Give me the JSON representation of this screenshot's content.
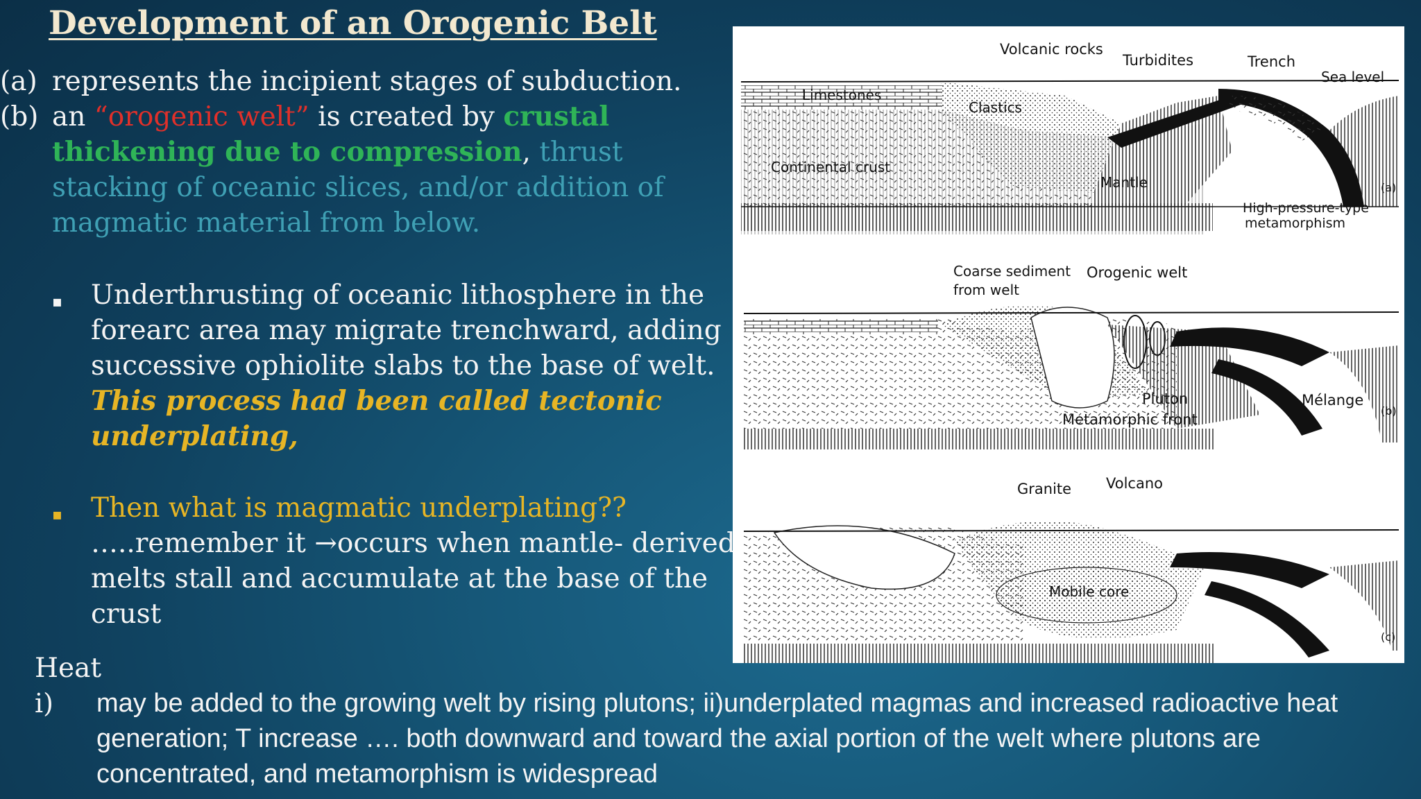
{
  "slide": {
    "title": "Development of an Orogenic Belt"
  },
  "items": [
    {
      "label": "(a)",
      "parts": {
        "p1": "represents the incipient stages of subduction."
      }
    },
    {
      "label": "(b)",
      "parts": {
        "p1": "an ",
        "p2": "“orogenic welt”",
        "p3": " is created by ",
        "p4": "crustal thickening due to compression",
        "p5": ", ",
        "p6": "thrust stacking of oceanic slices, and/or addition of magmatic material from below."
      }
    }
  ],
  "bullets": [
    {
      "marker": "▪",
      "color": "#ffffff",
      "text": "Underthrusting of oceanic lithosphere in the forearc area may migrate trenchward, adding successive ophiolite slabs to the base of welt. ",
      "emphasis": "This process had been called tectonic underplating,"
    },
    {
      "marker": "▪",
      "color": "#e7b525",
      "question": "Then what is magmatic underplating??",
      "text_a": "…..remember it ",
      "arrow": "→",
      "text_b": "occurs when mantle- derived melts stall and accumulate at the base of the crust"
    }
  ],
  "heat": {
    "heading": "Heat",
    "label": "i)",
    "text_a": "may be added to the growing welt by rising plutons; ii)underplated magmas and increased radioactive heat generation; T increase …. both downward and toward the axial portion of the welt where plutons are concentrated, and metamorphism is widespread"
  },
  "figure": {
    "panel_a": {
      "labels": {
        "volcanic_rocks": "Volcanic rocks",
        "turbidites": "Turbidites",
        "trench": "Trench",
        "sea_level": "Sea level",
        "limestones": "Limestones",
        "clastics": "Clastics",
        "continental_crust": "Continental crust",
        "mantle": "Mantle",
        "high_pressure_1": "High-pressure-type",
        "high_pressure_2": "metamorphism",
        "tag": "(a)"
      }
    },
    "panel_b": {
      "labels": {
        "coarse_1": "Coarse sediment",
        "coarse_2": "from welt",
        "orogenic_welt": "Orogenic welt",
        "pluton": "Pluton",
        "metamorphic_front": "Metamorphic front",
        "melange": "Mélange",
        "tag": "(b)"
      }
    },
    "panel_c": {
      "labels": {
        "granite": "Granite",
        "volcano": "Volcano",
        "mobile_core": "Mobile core",
        "tag": "(c)"
      }
    }
  }
}
